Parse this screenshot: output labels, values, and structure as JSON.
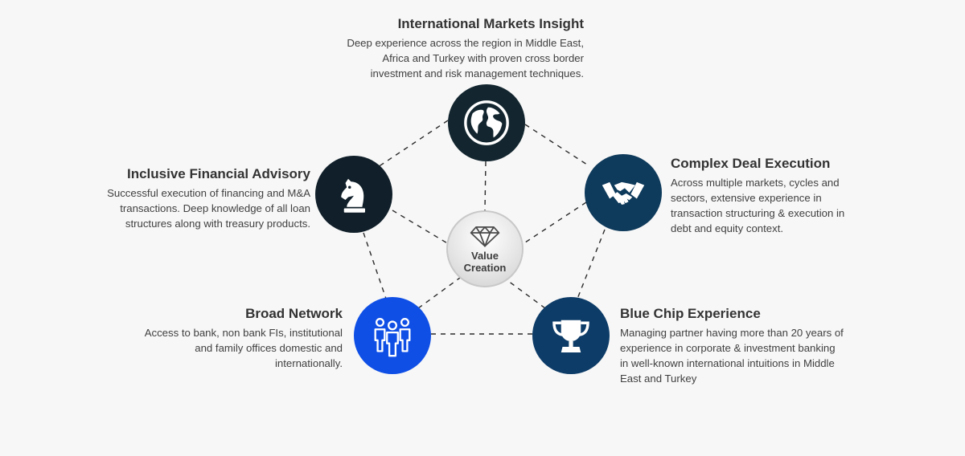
{
  "center": {
    "line1": "Value",
    "line2": "Creation",
    "icon": "diamond-icon"
  },
  "nodes": [
    {
      "key": "international",
      "icon": "globe-icon",
      "color": "#13262f",
      "title": "International Markets Insight",
      "lines": [
        "Deep experience across the region in Middle East,",
        "Africa and Turkey with proven cross border",
        "investment and risk management techniques."
      ]
    },
    {
      "key": "complex",
      "icon": "handshake-icon",
      "color": "#0e3a5b",
      "title": "Complex Deal Execution",
      "lines": [
        "Across multiple markets, cycles and",
        "sectors, extensive experience in",
        "transaction structuring & execution in",
        "debt and equity context."
      ]
    },
    {
      "key": "inclusive",
      "icon": "chess-knight-icon",
      "color": "#101f29",
      "title": "Inclusive Financial Advisory",
      "lines": [
        "Successful execution of financing and M&A",
        "transactions. Deep knowledge of all loan",
        "structures along with treasury products."
      ]
    },
    {
      "key": "network",
      "icon": "people-group-icon",
      "color": "#0f4fe6",
      "title": "Broad Network",
      "lines": [
        "Access to bank, non bank FIs, institutional",
        "and family offices domestic and",
        "internationally."
      ]
    },
    {
      "key": "bluechip",
      "icon": "trophy-icon",
      "color": "#0d3c68",
      "title": "Blue Chip Experience",
      "lines": [
        "Managing partner having more than 20 years of",
        "experience in corporate & investment banking",
        "in well-known international intuitions in Middle",
        "East and Turkey"
      ]
    }
  ]
}
